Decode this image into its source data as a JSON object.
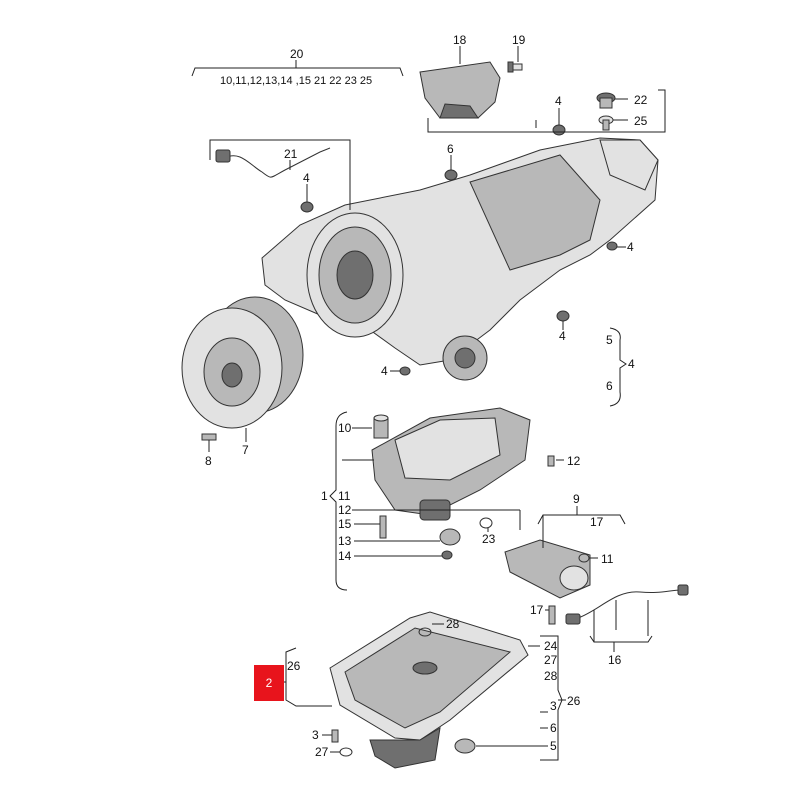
{
  "labels": {
    "l20": "20",
    "l20sub": "10,11,12,13,14 ,15 21 22 23 25",
    "l18": "18",
    "l19": "19",
    "l4a": "4",
    "l22": "22",
    "l25": "25",
    "l21": "21",
    "l6a": "6",
    "l4b": "4",
    "l4c": "4",
    "l4d": "4",
    "l5a": "5",
    "l4e": "4",
    "l6b": "6",
    "l4f": "4",
    "l8": "8",
    "l7": "7",
    "l10": "10",
    "l12a": "12",
    "l1": "1",
    "l11a": "11",
    "l12b": "12",
    "l15": "15",
    "l13": "13",
    "l14": "14",
    "l23": "23",
    "l9": "9",
    "l17a": "17",
    "l11b": "11",
    "l17b": "17",
    "l16": "16",
    "l28a": "28",
    "l24": "24",
    "l27a": "27",
    "l28b": "28",
    "l26a": "26",
    "l2": "2",
    "l26b": "26",
    "l3a": "3",
    "l3b": "3",
    "l6c": "6",
    "l27b": "27",
    "l5b": "5"
  },
  "colors": {
    "highlight": "#e8141c"
  }
}
